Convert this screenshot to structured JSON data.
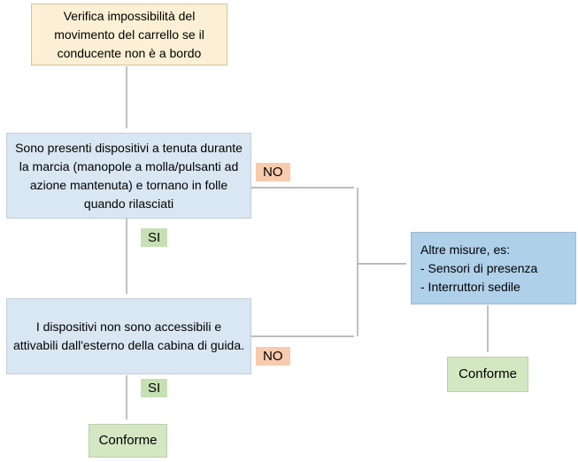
{
  "colors": {
    "start_bg": "#FBF0D5",
    "question_bg": "#D9E7F3",
    "alt_bg": "#AFD0E9",
    "no_bg": "#F8CBAD",
    "si_bg": "#C6E0B4",
    "conforme_bg": "#D3E7C3",
    "connector": "#A6A6A6"
  },
  "nodes": {
    "start": {
      "text": "Verifica impossibilità del movimento del carrello se il conducente non è a bordo"
    },
    "question1": {
      "text": "Sono presenti dispositivi a tenuta durante la marcia (manopole a molla/pulsanti ad azione mantenuta) e tornano in folle quando rilasciati"
    },
    "question2": {
      "text": "I dispositivi non sono accessibili e attivabili dall'esterno della cabina di guida."
    },
    "alt_measures": {
      "lines": [
        "Altre misure, es:",
        "- Sensori di presenza",
        "- Interruttori sedile"
      ]
    },
    "conforme_left": {
      "text": "Conforme"
    },
    "conforme_right": {
      "text": "Conforme"
    }
  },
  "edge_labels": {
    "no1": "NO",
    "si1": "SI",
    "no2": "NO",
    "si2": "SI"
  }
}
